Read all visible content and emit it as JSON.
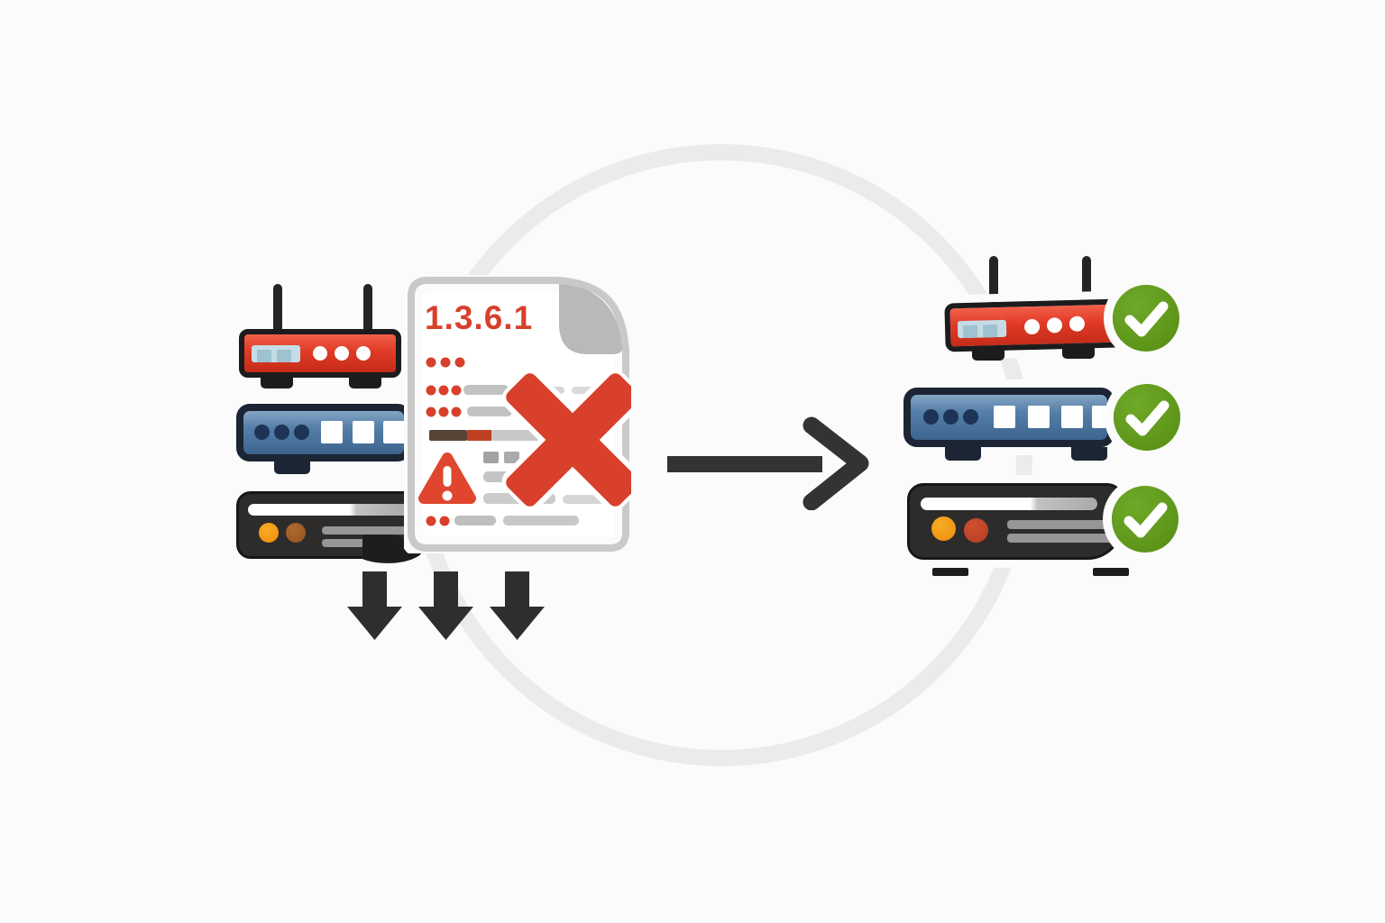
{
  "scene": {
    "type": "network-device-validation-illustration",
    "background_color": "#fbfbfb",
    "cycle_ring_color": "#ebebeb"
  },
  "document": {
    "oid": "1.3.6.1",
    "icon": "document-error-icon",
    "accent_color": "#d8402c",
    "border_color": "#c9c9c9",
    "fold_color": "#b9b9b9",
    "badges": [
      "warning-triangle-icon",
      "red-x-icon"
    ]
  },
  "left_devices": [
    {
      "icon": "wifi-router-icon",
      "color": "#e03a26",
      "status": "unverified"
    },
    {
      "icon": "network-switch-icon",
      "color": "#557fa9",
      "status": "unverified"
    },
    {
      "icon": "server-appliance-icon",
      "color": "#2d2c2b",
      "status": "unverified"
    }
  ],
  "right_devices": [
    {
      "icon": "wifi-router-icon",
      "color": "#e03a26",
      "status_icon": "check-circle-icon",
      "status_color": "#5d9420"
    },
    {
      "icon": "network-switch-icon",
      "color": "#557fa9",
      "status_icon": "check-circle-icon",
      "status_color": "#5d9420"
    },
    {
      "icon": "server-appliance-icon",
      "color": "#2d2c2b",
      "status_icon": "check-circle-icon",
      "status_color": "#5d9420"
    }
  ],
  "arrows": {
    "down_arrows_count": 3,
    "down_arrow_icon": "arrow-down-icon",
    "flow_arrow_icon": "arrow-right-icon",
    "color": "#2f2f2f"
  }
}
